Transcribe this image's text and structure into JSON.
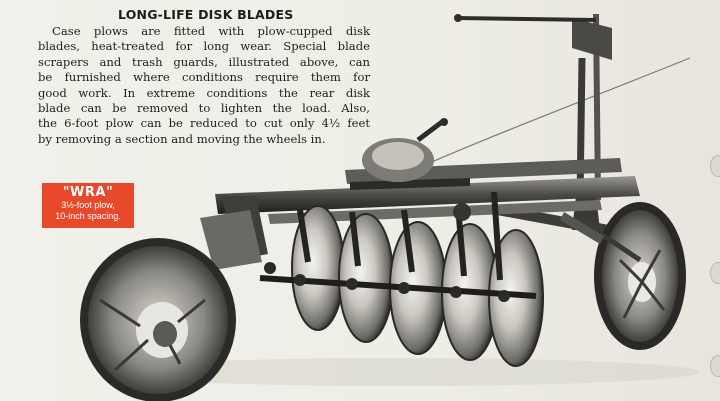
{
  "heading": "LONG-LIFE DISK BLADES",
  "body_lines": [
    "Case plows are fitted with plow-cupped disk",
    "blades, heat-treated for long wear. Special blade",
    "scrapers and trash guards, illustrated above, can",
    "be furnished where conditions require them for",
    "good work. In extreme conditions the rear disk",
    "blade can be removed to lighten the load. Also,",
    "the 6-foot plow can be reduced to cut only 4½ feet",
    "by removing a section and moving the wheels in."
  ],
  "model_tag": {
    "name": "\"WRA\"",
    "line1": "3½-foot plow,",
    "line2": "10-inch spacing."
  },
  "colors": {
    "tag_background": "#e8492a",
    "paper": "#eeede6",
    "ink": "#1f1e1c"
  }
}
